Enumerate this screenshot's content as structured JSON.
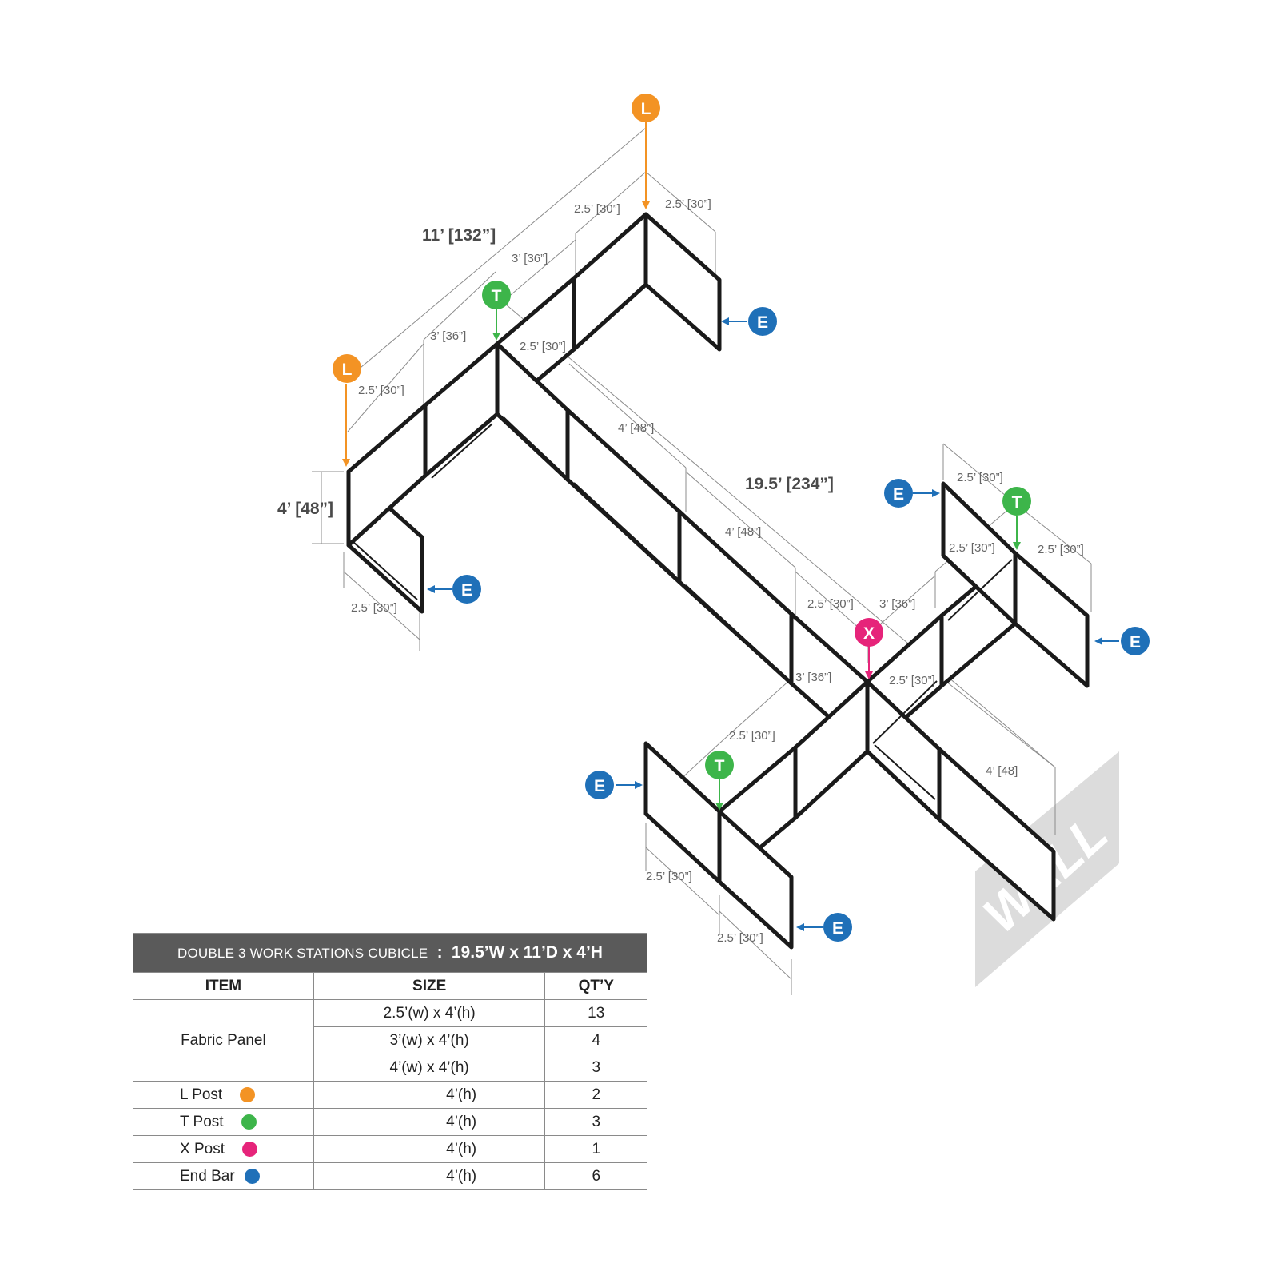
{
  "diagram": {
    "overall_width": "19.5’ [234”]",
    "overall_depth": "11’ [132”]",
    "height": "4’ [48”]",
    "dims": {
      "d25_30": "2.5’ [30”]",
      "d3_36": "3’ [36”]",
      "d4_48": "4’ [48”]",
      "d4_48_plain": "4’ [48]"
    },
    "wall_label": "WALL",
    "posts": {
      "l": {
        "letter": "L",
        "color": "#f39324"
      },
      "t": {
        "letter": "T",
        "color": "#3db54a"
      },
      "x": {
        "letter": "X",
        "color": "#e6247a"
      },
      "e": {
        "letter": "E",
        "color": "#1f70b8"
      }
    }
  },
  "table": {
    "title": "DOUBLE 3 WORK STATIONS  CUBICLE",
    "title_sep": ":",
    "title_dims": "19.5’W x 11’D x 4’H",
    "headers": {
      "item": "ITEM",
      "size": "SIZE",
      "qty": "QT’Y"
    },
    "fabric_label": "Fabric Panel",
    "fabric_rows": [
      {
        "size": "2.5’(w) x 4’(h)",
        "qty": "13"
      },
      {
        "size": "3’(w) x 4’(h)",
        "qty": "4"
      },
      {
        "size": "4’(w) x 4’(h)",
        "qty": "3"
      }
    ],
    "post_rows": [
      {
        "item": "L Post",
        "size": "4’(h)",
        "qty": "2",
        "color": "#f39324"
      },
      {
        "item": "T Post",
        "size": "4’(h)",
        "qty": "3",
        "color": "#3db54a"
      },
      {
        "item": "X Post",
        "size": "4’(h)",
        "qty": "1",
        "color": "#e6247a"
      },
      {
        "item": "End Bar",
        "size": "4’(h)",
        "qty": "6",
        "color": "#1f70b8"
      }
    ]
  }
}
